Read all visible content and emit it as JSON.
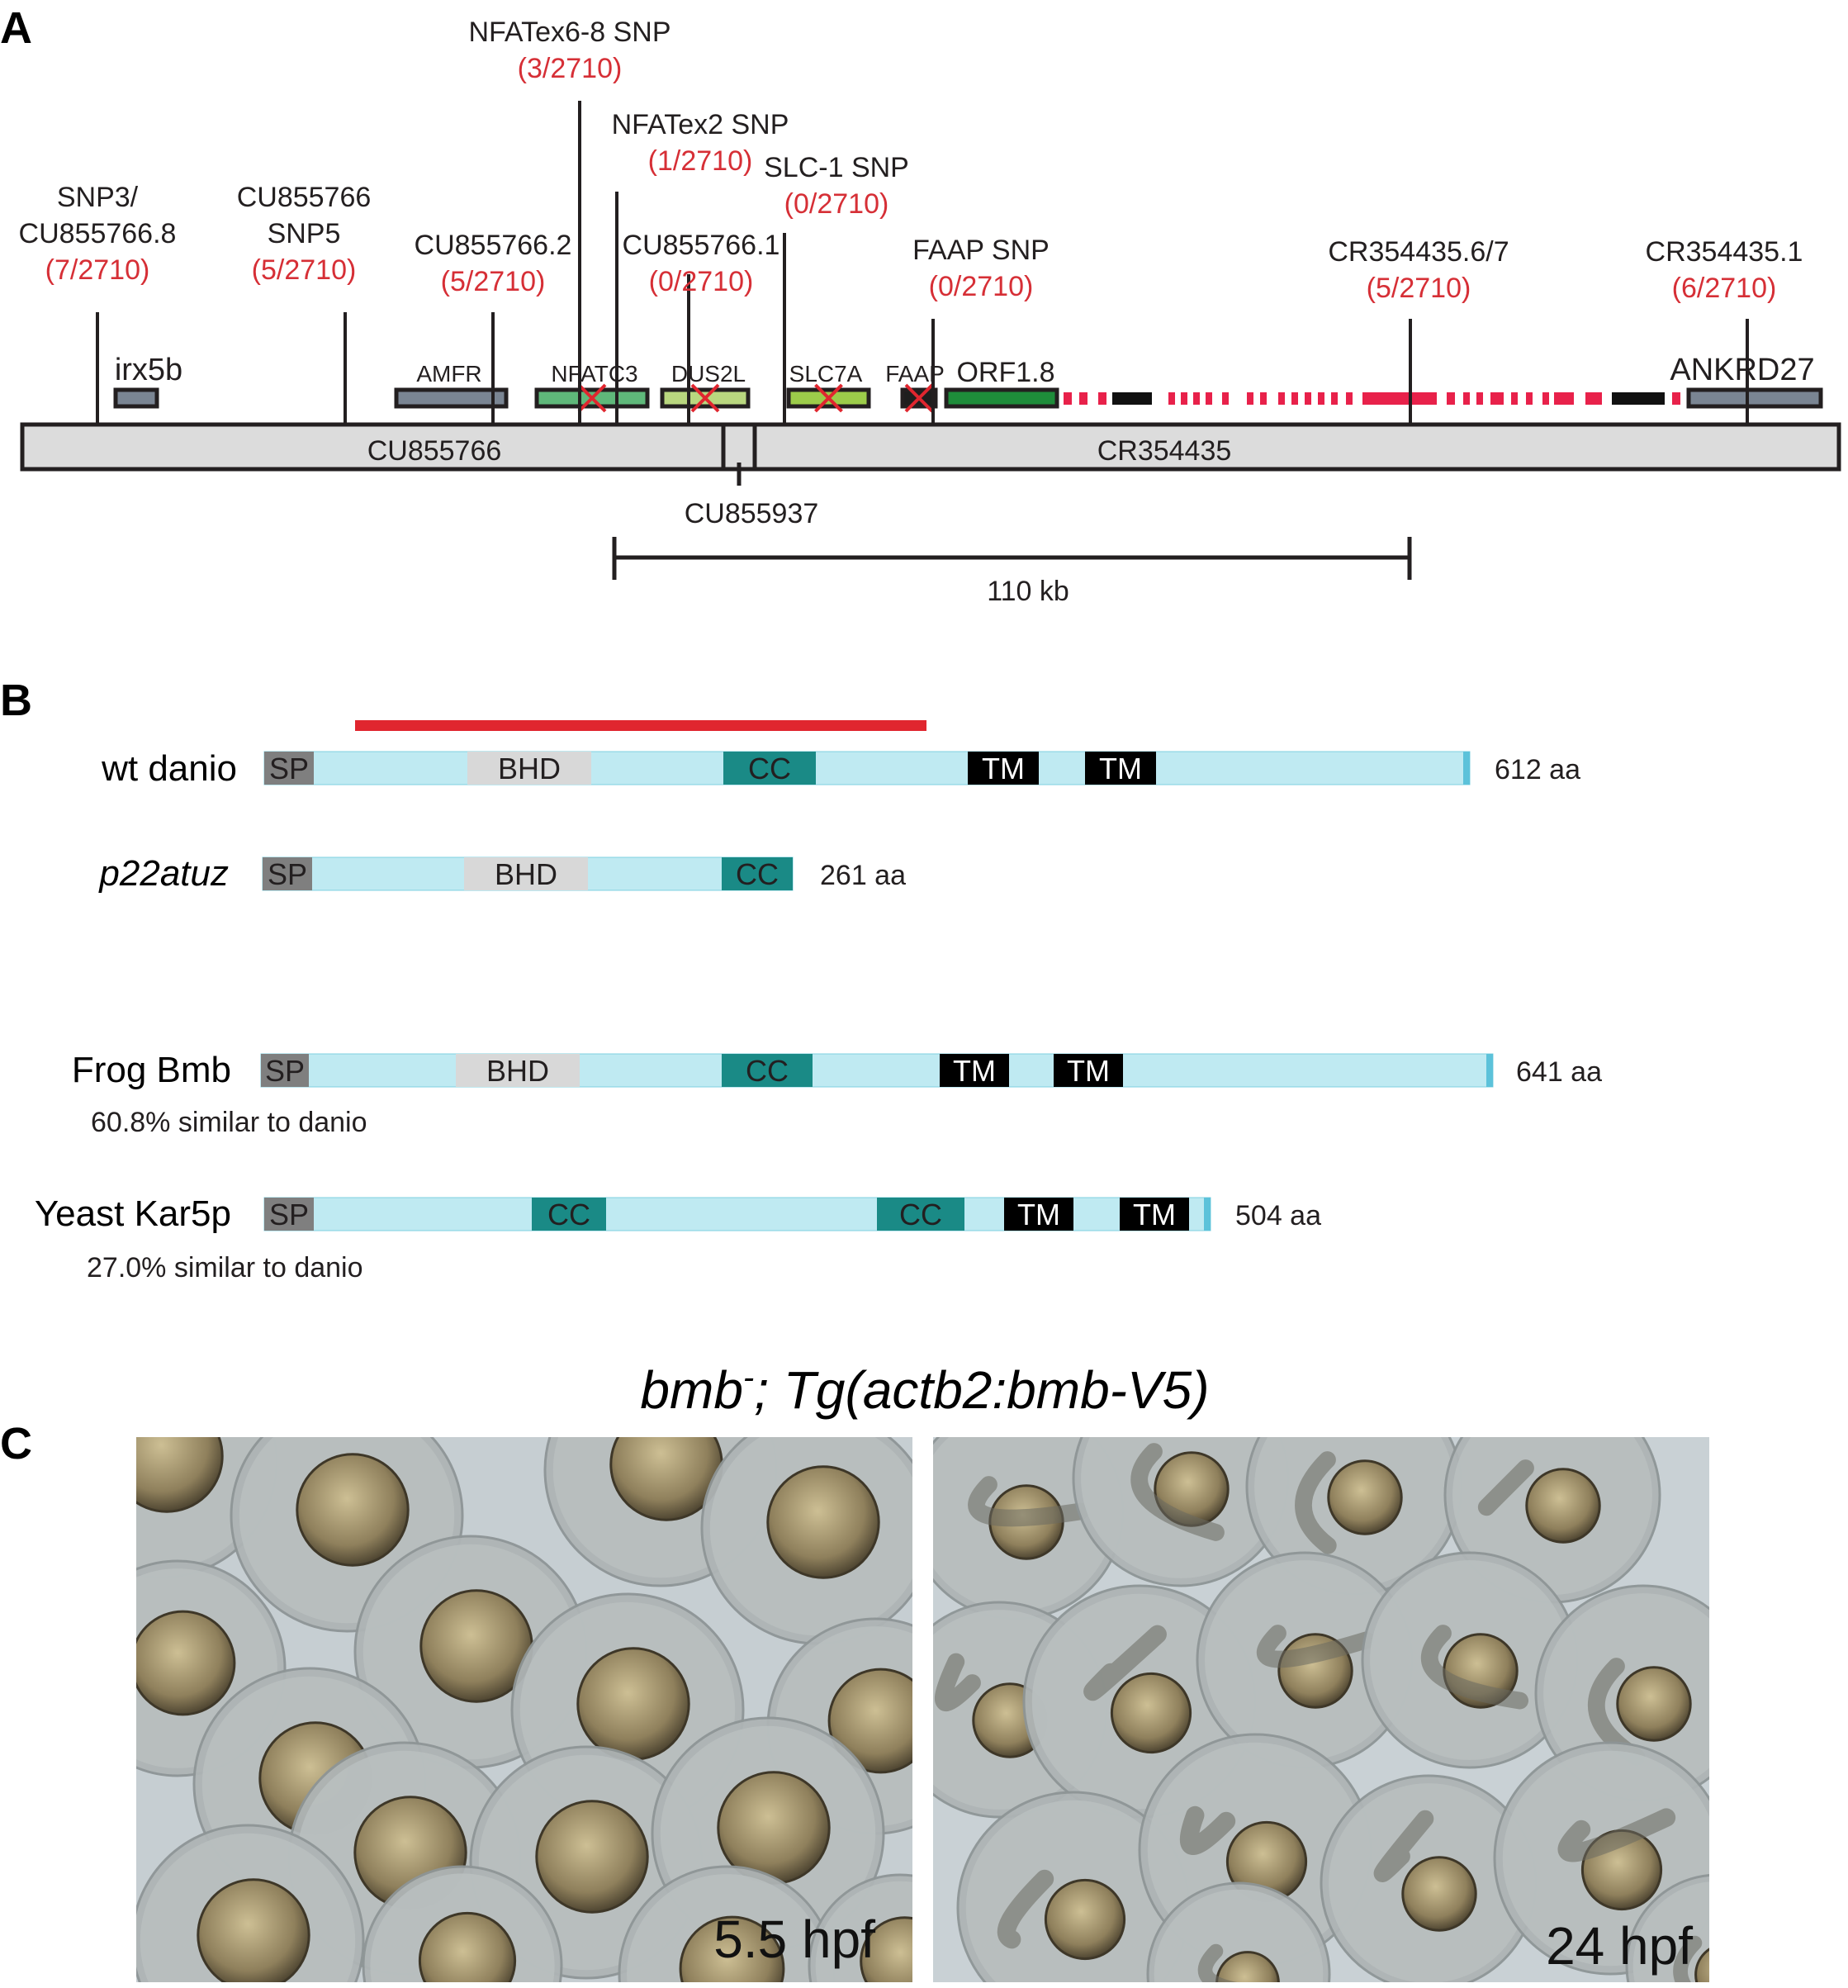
{
  "panel_letters": {
    "a": "A",
    "b": "B",
    "c": "C"
  },
  "panel_a": {
    "contigs": {
      "left": "CU855766",
      "right": "CR354435",
      "junction": "CU855937"
    },
    "scale_bar": "110 kb",
    "markers": [
      {
        "name_lines": [
          "SNP3/",
          "CU855766.8"
        ],
        "count": "(7/2710)"
      },
      {
        "name_lines": [
          "CU855766",
          "SNP5"
        ],
        "count": "(5/2710)"
      },
      {
        "name_lines": [
          "CU855766.2"
        ],
        "count": "(5/2710)"
      },
      {
        "name_lines": [
          "NFATex6-8 SNP"
        ],
        "count": "(3/2710)"
      },
      {
        "name_lines": [
          "NFATex2 SNP"
        ],
        "count": "(1/2710)"
      },
      {
        "name_lines": [
          "CU855766.1"
        ],
        "count": "(0/2710)"
      },
      {
        "name_lines": [
          "SLC-1 SNP"
        ],
        "count": "(0/2710)"
      },
      {
        "name_lines": [
          "FAAP SNP"
        ],
        "count": "(0/2710)"
      },
      {
        "name_lines": [
          "CR354435.6/7"
        ],
        "count": "(5/2710)"
      },
      {
        "name_lines": [
          "CR354435.1"
        ],
        "count": "(6/2710)"
      }
    ],
    "genes": [
      {
        "label": "irx5b",
        "color": "#7a8593",
        "excluded": false
      },
      {
        "label": "AMFR",
        "color": "#7a8593",
        "excluded": false
      },
      {
        "label": "NFATC3",
        "color": "#5fb87a",
        "excluded": true
      },
      {
        "label": "DUS2L",
        "color": "#b9d77f",
        "excluded": true
      },
      {
        "label": "SLC7A",
        "color": "#9ccc4a",
        "excluded": true
      },
      {
        "label": "FAAP",
        "color": "#1e1e1e",
        "excluded": true
      },
      {
        "label": "ORF1.8",
        "color": "#1e8c3a",
        "excluded": false
      },
      {
        "label": "ANKRD27",
        "color": "#7a8593",
        "excluded": false
      }
    ],
    "colors": {
      "count_text": "#d62f36",
      "gap_marks": "#e8214a",
      "contig_fill": "#dcdcdc"
    }
  },
  "panel_b": {
    "proteins": [
      {
        "name": "wt danio",
        "italic": false,
        "length": "612 aa",
        "similarity": "",
        "domains": [
          {
            "label": "SP",
            "fill": "#7f7f7f"
          },
          {
            "label": "BHD",
            "fill": "#d8d8d8"
          },
          {
            "label": "CC",
            "fill": "#1a8a86"
          },
          {
            "label": "TM",
            "fill": "#000000"
          },
          {
            "label": "TM",
            "fill": "#000000"
          }
        ]
      },
      {
        "name": "p22atuz",
        "italic": true,
        "length": "261 aa",
        "similarity": "",
        "domains": [
          {
            "label": "SP",
            "fill": "#7f7f7f"
          },
          {
            "label": "BHD",
            "fill": "#d8d8d8"
          },
          {
            "label": "CC",
            "fill": "#1a8a86"
          }
        ]
      },
      {
        "name": "Frog Bmb",
        "italic": false,
        "length": "641 aa",
        "similarity": "60.8% similar to danio",
        "domains": [
          {
            "label": "SP",
            "fill": "#7f7f7f"
          },
          {
            "label": "BHD",
            "fill": "#d8d8d8"
          },
          {
            "label": "CC",
            "fill": "#1a8a86"
          },
          {
            "label": "TM",
            "fill": "#000000"
          },
          {
            "label": "TM",
            "fill": "#000000"
          }
        ]
      },
      {
        "name": "Yeast Kar5p",
        "italic": false,
        "length": "504 aa",
        "similarity": "27.0% similar to danio",
        "domains": [
          {
            "label": "SP",
            "fill": "#7f7f7f"
          },
          {
            "label": "CC",
            "fill": "#1a8a86"
          },
          {
            "label": "CC",
            "fill": "#1a8a86"
          },
          {
            "label": "TM",
            "fill": "#000000"
          },
          {
            "label": "TM",
            "fill": "#000000"
          }
        ]
      }
    ],
    "colors": {
      "backbone": "#bfeaf2",
      "highlight_bar": "#e0262f"
    }
  },
  "panel_c": {
    "title": {
      "part1": "bmb",
      "superscript": "-",
      "part2": "; Tg(actb2:bmb-V5)"
    },
    "images": [
      {
        "time": "5.5 hpf"
      },
      {
        "time": "24 hpf"
      }
    ]
  }
}
